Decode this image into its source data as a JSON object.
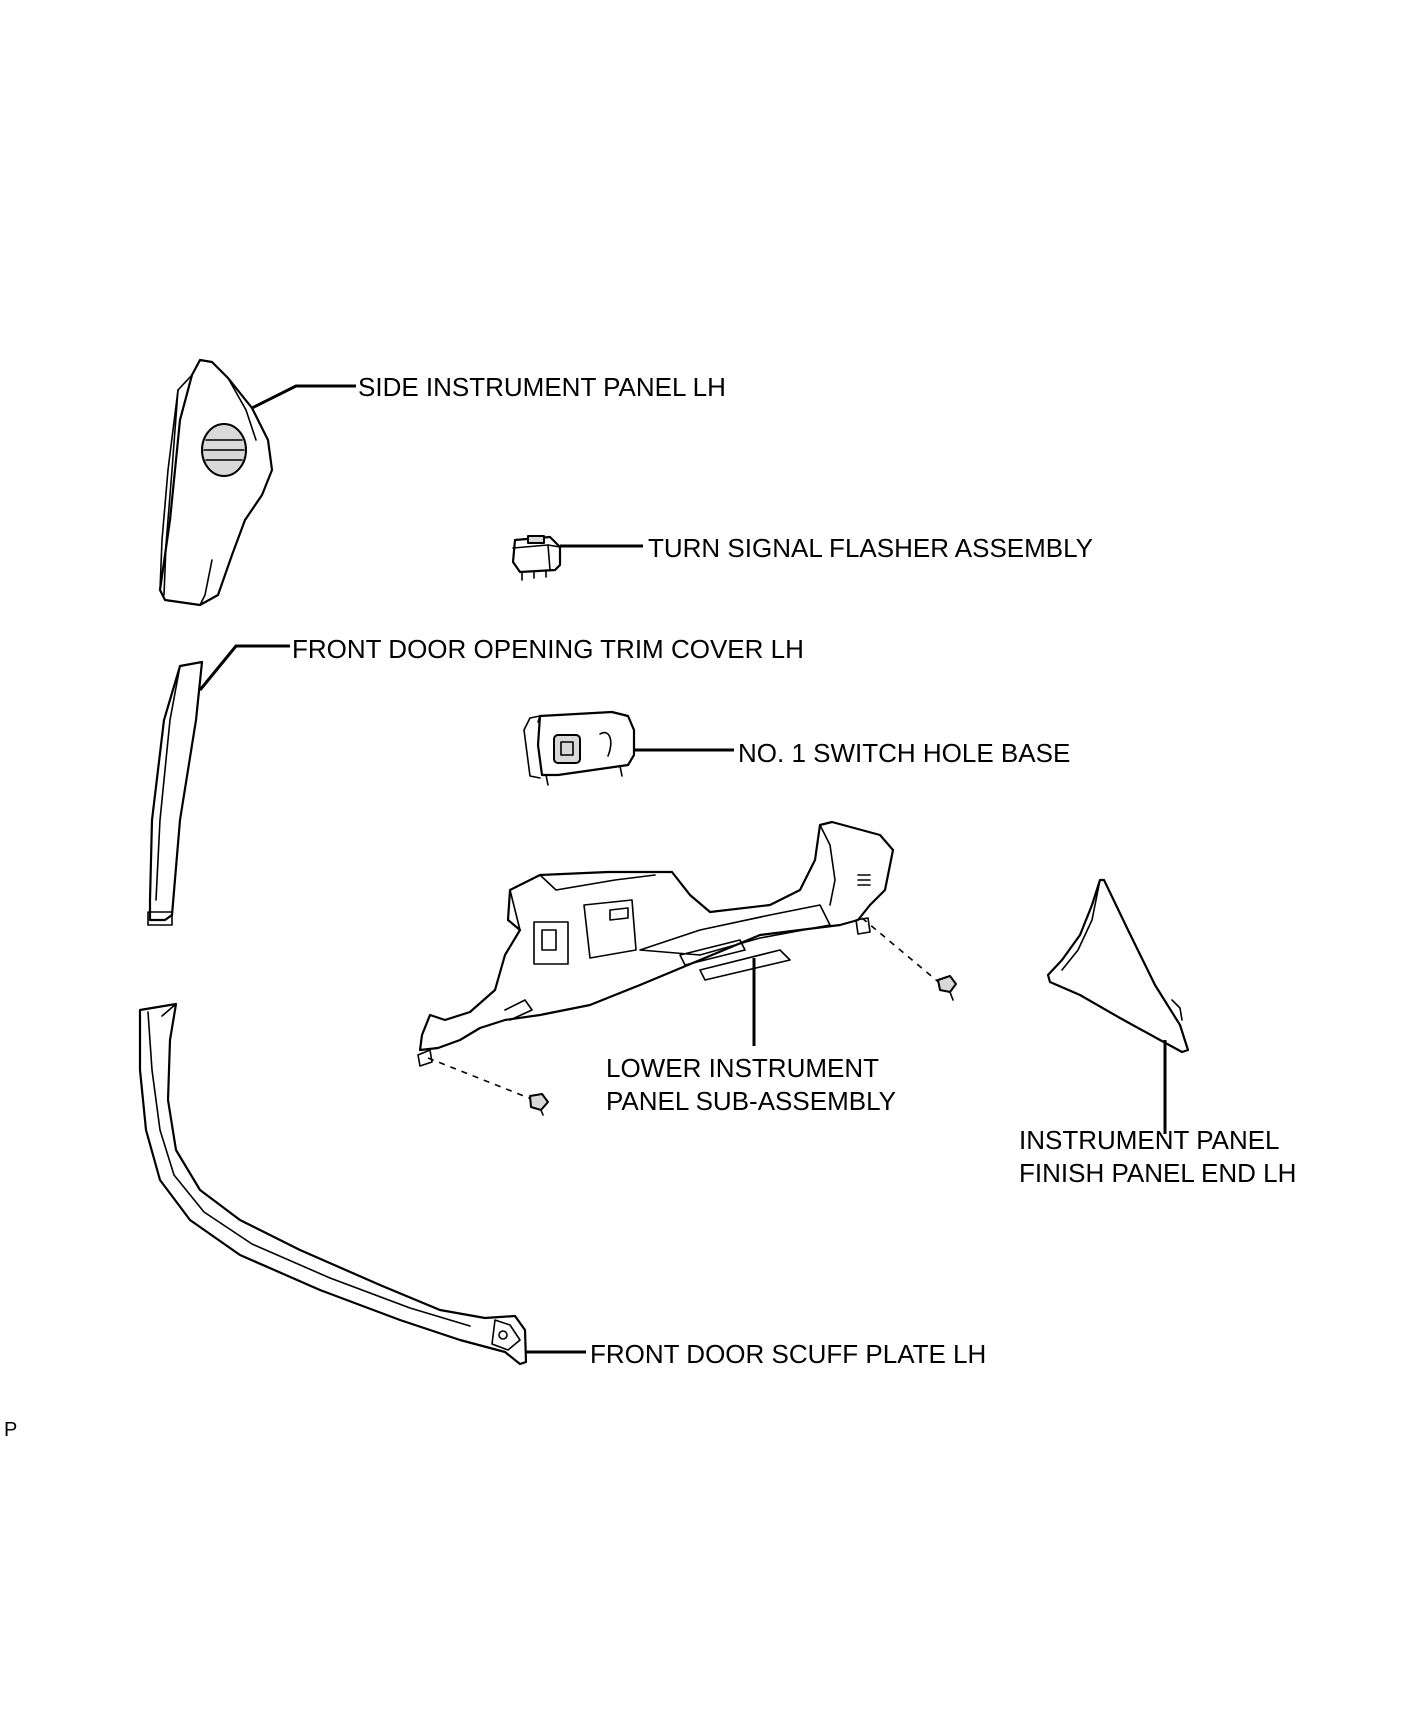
{
  "labels": {
    "side_instrument_panel": "SIDE INSTRUMENT PANEL LH",
    "turn_signal_flasher": "TURN SIGNAL FLASHER ASSEMBLY",
    "front_door_opening_trim": "FRONT DOOR OPENING TRIM COVER LH",
    "switch_hole_base": "NO. 1 SWITCH HOLE BASE",
    "lower_instrument_panel": [
      "LOWER INSTRUMENT",
      "PANEL SUB-ASSEMBLY"
    ],
    "finish_panel_end": [
      "INSTRUMENT PANEL",
      "FINISH PANEL END LH"
    ],
    "front_door_scuff_plate": "FRONT DOOR SCUFF PLATE LH"
  },
  "corner_mark": "P"
}
